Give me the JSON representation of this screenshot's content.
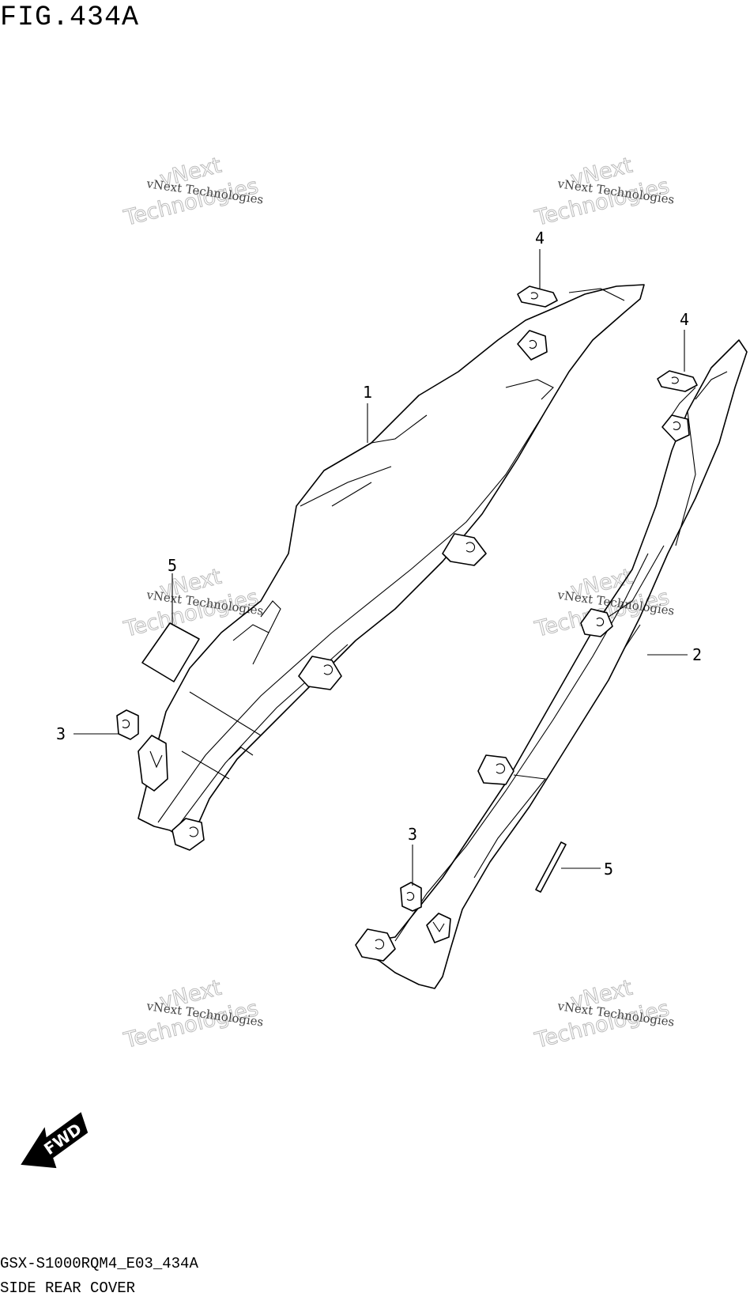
{
  "figure": {
    "title": "FIG.434A",
    "code": "GSX-S1000RQM4_E03_434A",
    "name": "SIDE REAR COVER"
  },
  "callouts": [
    {
      "id": "c1",
      "label": "1"
    },
    {
      "id": "c2",
      "label": "2"
    },
    {
      "id": "c3a",
      "label": "3"
    },
    {
      "id": "c3b",
      "label": "3"
    },
    {
      "id": "c4a",
      "label": "4"
    },
    {
      "id": "c4b",
      "label": "4"
    },
    {
      "id": "c5a",
      "label": "5"
    },
    {
      "id": "c5b",
      "label": "5"
    }
  ],
  "watermark": {
    "line1": "vNext Technologies",
    "arc_top": "vNext",
    "arc_bottom": "Technologies"
  },
  "direction_badge": "FWD"
}
